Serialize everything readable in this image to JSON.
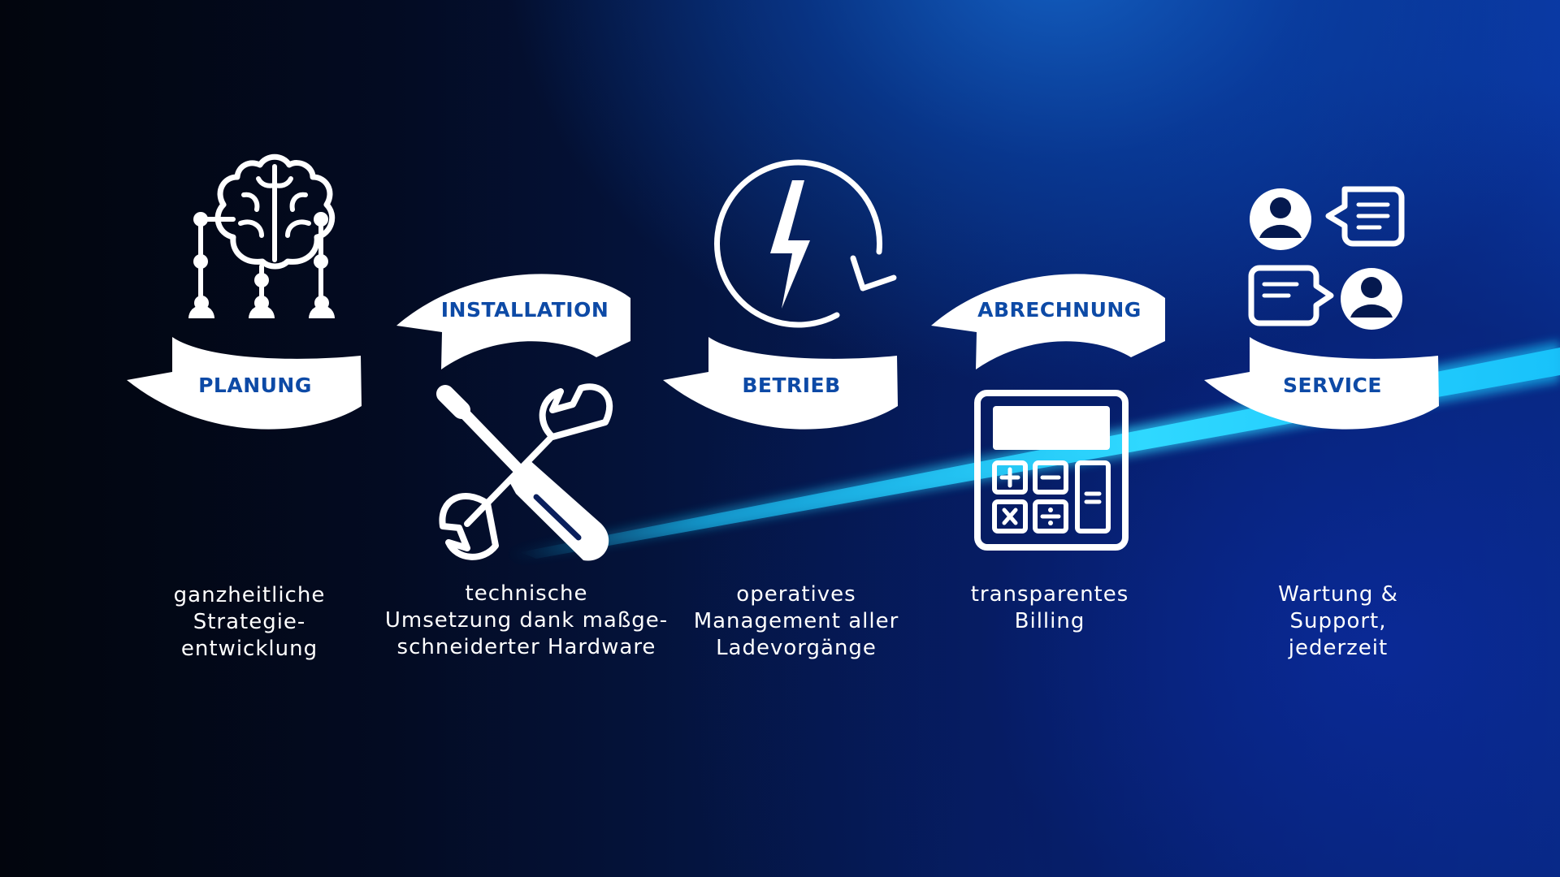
{
  "theme": {
    "label_color": "#0d4aa6",
    "banner_color": "#ffffff",
    "streak_color": "#19c8ff"
  },
  "steps": [
    {
      "label": "PLANUNG",
      "icon": "brain-network-icon",
      "description": "ganzheitliche\nStrategie-\nentwicklung"
    },
    {
      "label": "INSTALLATION",
      "icon": "screwdriver-wrench-icon",
      "description": "technische\nUmsetzung dank maßge-\nschneiderter Hardware"
    },
    {
      "label": "BETRIEB",
      "icon": "lightning-refresh-icon",
      "description": "operatives\nManagement aller\nLadevorgänge"
    },
    {
      "label": "ABRECHNUNG",
      "icon": "calculator-icon",
      "description": "transparentes\nBilling"
    },
    {
      "label": "SERVICE",
      "icon": "customer-chat-icon",
      "description": "Wartung &\nSupport,\njederzeit"
    }
  ]
}
